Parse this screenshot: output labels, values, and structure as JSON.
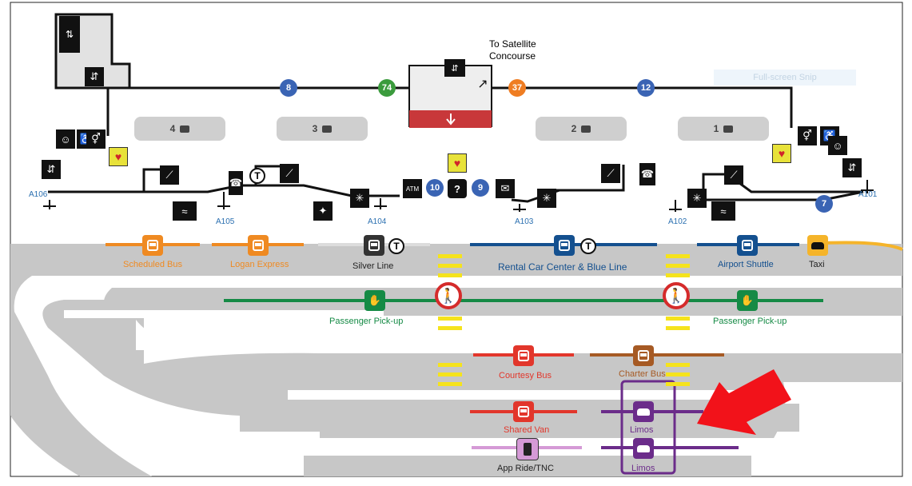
{
  "header": {
    "destination_label_1": "To Satellite",
    "destination_label_2": "Concourse"
  },
  "tooltip": "Full-screen Snip",
  "baggage_claims": [
    "4",
    "3",
    "2",
    "1"
  ],
  "connector_numbers": [
    {
      "label": "8",
      "color": "#3a64b4"
    },
    {
      "label": "74",
      "color": "#3b9b3d"
    },
    {
      "label": "37",
      "color": "#ef7d22"
    },
    {
      "label": "12",
      "color": "#3a64b4"
    },
    {
      "label": "10",
      "color": "#3a64b4"
    },
    {
      "label": "9",
      "color": "#3a64b4"
    },
    {
      "label": "7",
      "color": "#3a64b4"
    }
  ],
  "doors": [
    "A106",
    "A105",
    "A104",
    "A103",
    "A102",
    "A101"
  ],
  "curb_services": {
    "scheduled_bus": "Scheduled Bus",
    "logan_express": "Logan Express",
    "silver_line": "Silver Line",
    "rental_car_blue": "Rental Car Center & Blue Line",
    "airport_shuttle": "Airport Shuttle",
    "taxi": "Taxi",
    "pickup_left": "Passenger Pick-up",
    "pickup_right": "Passenger Pick-up",
    "courtesy_bus": "Courtesy Bus",
    "charter_bus": "Charter Bus",
    "shared_van": "Shared Van",
    "limos_upper": "Limos",
    "limos_lower": "Limos",
    "app_ride": "App Ride/TNC"
  },
  "colors": {
    "orange": "#ef8a22",
    "silver": "#dcdcdc",
    "blue": "#14508f",
    "green": "#158a45",
    "red": "#e2362b",
    "brown": "#a65a24",
    "purple": "#6b2c8a",
    "pink": "#d59ad6",
    "arrow": "#f2121a",
    "road": "#c7c7c7"
  },
  "icons": {
    "exit_arrow": "down-arrow-icon",
    "info": "info-icon",
    "atm": "ATM"
  }
}
